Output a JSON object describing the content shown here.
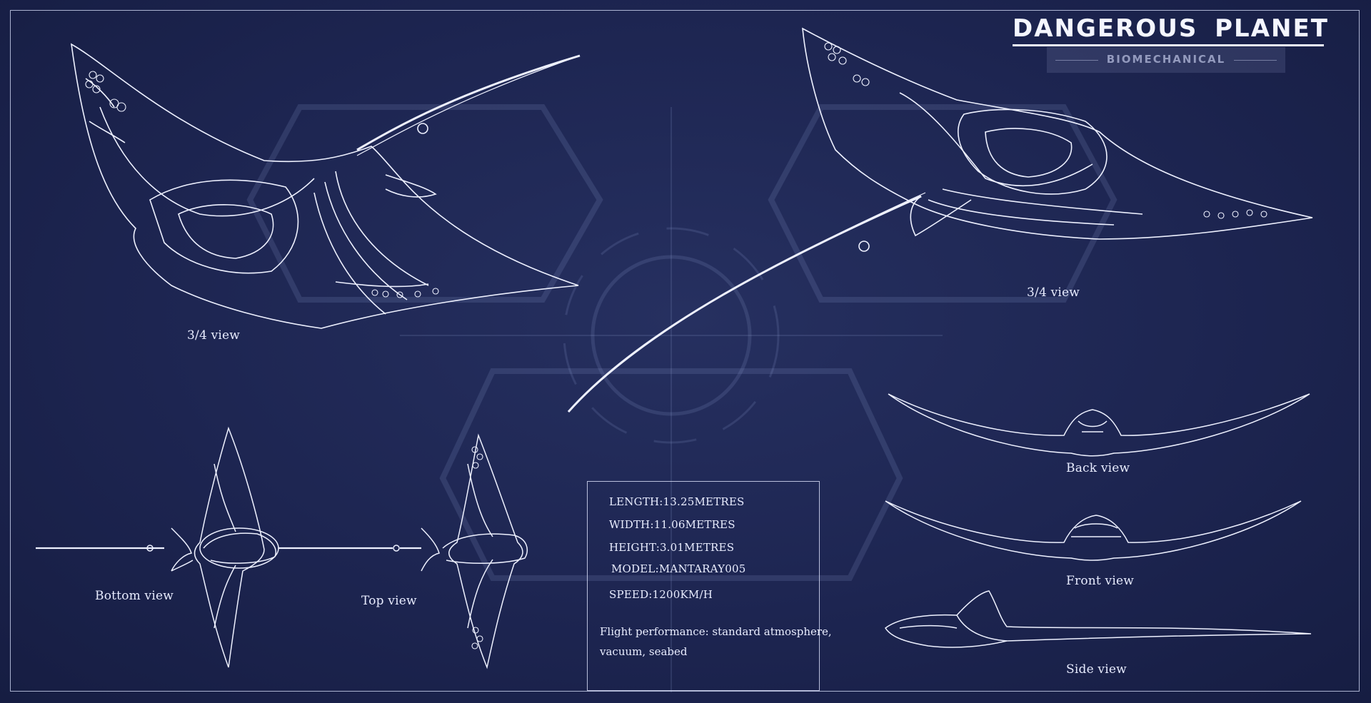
{
  "title": "DANGEROUS  PLANET",
  "subtitle": "BIOMECHANICAL",
  "views": {
    "three_quarter_left": "3/4 view",
    "three_quarter_right": "3/4 view",
    "bottom": "Bottom view",
    "top": "Top view",
    "back": "Back view",
    "front": "Front view",
    "side": "Side view"
  },
  "specs": {
    "length": "LENGTH:13.25METRES",
    "width": "WIDTH:11.06METRES",
    "height": "HEIGHT:3.01METRES",
    "model": "MODEL:MANTARAY005",
    "speed": "SPEED:1200KM/H"
  },
  "performance": {
    "line1": "Flight performance: standard atmosphere,",
    "line2": "vacuum, seabed"
  },
  "colors": {
    "background": "#1d2550",
    "line": "#eef1ff"
  }
}
